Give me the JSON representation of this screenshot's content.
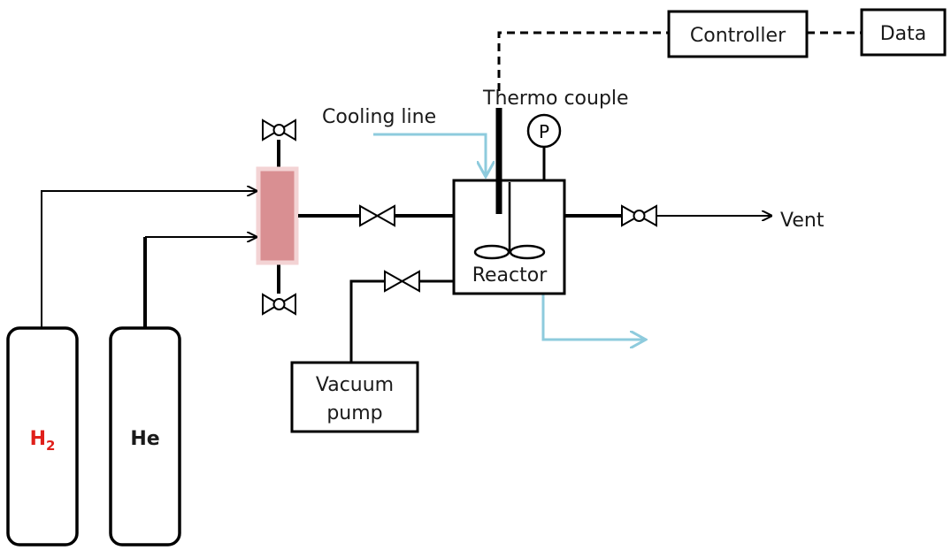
{
  "colors": {
    "line": "#000000",
    "cooling": "#8ecbdd",
    "filter_fill": "#d98f92",
    "filter_border": "#f3d3d4",
    "h2_label": "#e0201b",
    "he_label": "#1a1a1a",
    "background": "#ffffff"
  },
  "labels": {
    "controller": "Controller",
    "data": "Data",
    "thermocouple": "Thermo couple",
    "cooling_line": "Cooling line",
    "pressure_gauge": "P",
    "reactor": "Reactor",
    "vent": "Vent",
    "vacuum_pump_line1": "Vacuum",
    "vacuum_pump_line2": "pump",
    "h2_main": "H",
    "h2_sub": "2",
    "he": "He"
  },
  "icons": {
    "valves": [
      "needle-valve-top",
      "needle-valve-bottom",
      "ball-valve-vent",
      "gate-valve-inlet",
      "gate-valve-vacuum"
    ],
    "impeller": "stirrer-icon"
  }
}
